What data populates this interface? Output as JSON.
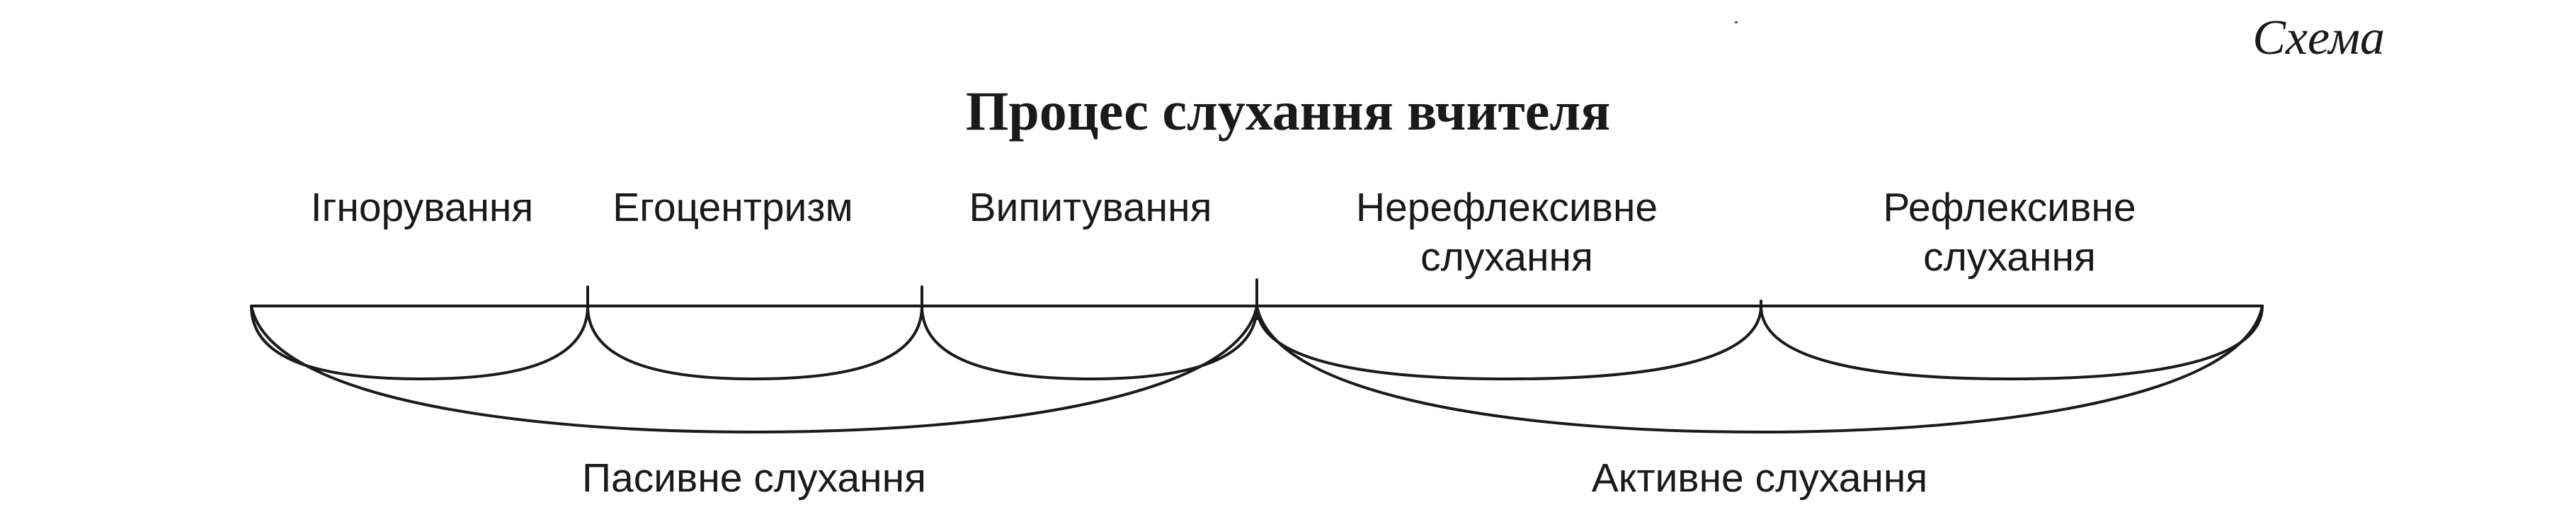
{
  "scheme_label": "Схема",
  "title": "Процес слухання вчителя",
  "stages": [
    {
      "label": "Ігнорування"
    },
    {
      "label": "Егоцентризм"
    },
    {
      "label": "Випитування"
    },
    {
      "label": "Нерефлексивне\nслухання"
    },
    {
      "label": "Рефлексивне\nслухання"
    }
  ],
  "groups": [
    {
      "label": "Пасивне слухання"
    },
    {
      "label": "Активне слухання"
    }
  ]
}
